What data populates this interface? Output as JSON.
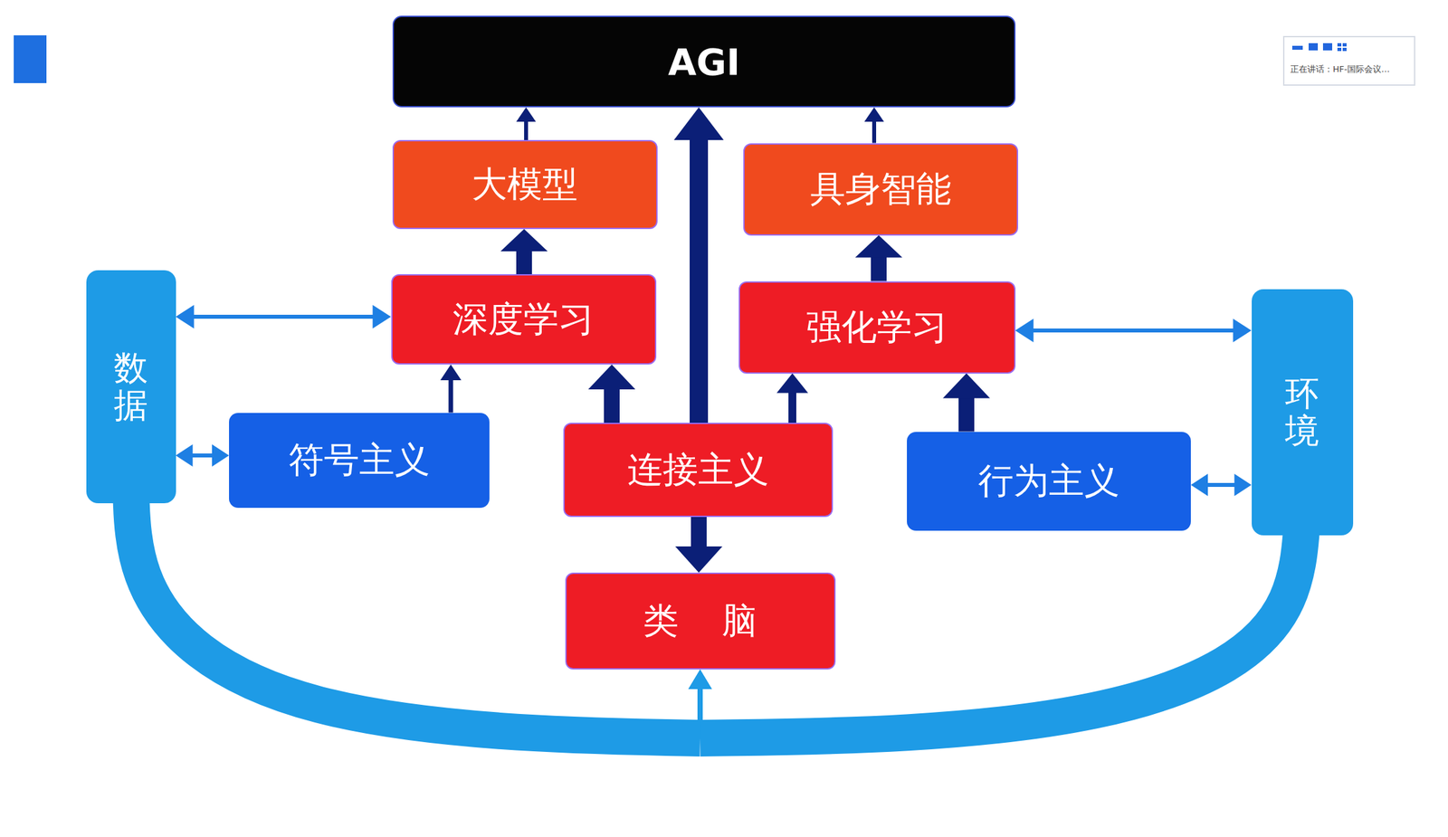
{
  "diagram": {
    "nodes": [
      {
        "text": [
          "AGI"
        ]
      },
      {
        "text": [
          "大模型"
        ]
      },
      {
        "text": [
          "具身智能"
        ]
      },
      {
        "text": [
          "数据"
        ]
      },
      {
        "text": [
          "深度学习"
        ]
      },
      {
        "text": [
          "强化学习"
        ]
      },
      {
        "text": [
          "环境"
        ]
      },
      {
        "text": [
          "符号主义"
        ]
      },
      {
        "text": [
          "连接主义"
        ]
      },
      {
        "text": [
          "行为主义"
        ]
      },
      {
        "text": [
          "类 脑"
        ]
      }
    ],
    "edges": [
      {
        "from": 1,
        "to": 0,
        "arrow": "to"
      },
      {
        "from": 2,
        "to": 0,
        "arrow": "to"
      },
      {
        "from": 8,
        "to": 0,
        "arrow": "to"
      },
      {
        "from": 4,
        "to": 1,
        "arrow": "to"
      },
      {
        "from": 5,
        "to": 2,
        "arrow": "to"
      },
      {
        "from": 3,
        "to": 4,
        "arrow": "both"
      },
      {
        "from": 5,
        "to": 6,
        "arrow": "both"
      },
      {
        "from": 3,
        "to": 7,
        "arrow": "both"
      },
      {
        "from": 9,
        "to": 6,
        "arrow": "both"
      },
      {
        "from": 7,
        "to": 4,
        "arrow": "to"
      },
      {
        "from": 8,
        "to": 4,
        "arrow": "to"
      },
      {
        "from": 8,
        "to": 5,
        "arrow": "to"
      },
      {
        "from": 9,
        "to": 5,
        "arrow": "to"
      },
      {
        "from": 8,
        "to": 10,
        "arrow": "to"
      },
      {
        "from": 3,
        "to": 10,
        "arrow": "to"
      },
      {
        "from": 6,
        "to": 10,
        "arrow": "to"
      }
    ],
    "labels": [
      "正在讲话：HF-国际会议…"
    ]
  }
}
